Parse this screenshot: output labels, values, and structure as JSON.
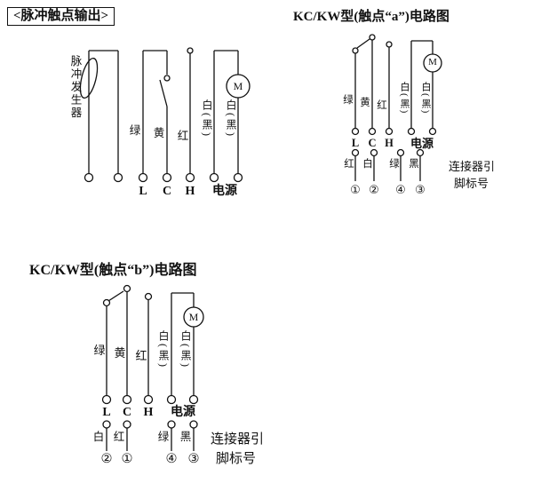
{
  "colors": {
    "ink": "#111111",
    "background": "#ffffff"
  },
  "pulse": {
    "title": "<脉冲触点输出>",
    "generator_label": "脉冲发生器",
    "motor_label": "M",
    "wire_labels": {
      "green": "绿",
      "yellow": "黄",
      "red": "红",
      "white_black_1": "白(黑)",
      "white_black_2": "白(黑)"
    },
    "terminals": {
      "l": "L",
      "c": "C",
      "h": "H",
      "power": "电源"
    }
  },
  "contact_a": {
    "title": "KC/KW型(触点“a”)电路图",
    "motor_label": "M",
    "wire_labels": {
      "green": "绿",
      "yellow": "黄",
      "red": "红",
      "white_black_1": "白(黑)",
      "white_black_2": "白(黑)"
    },
    "terminals": {
      "l": "L",
      "c": "C",
      "h": "H",
      "power": "电源"
    },
    "pins": [
      {
        "label": "红",
        "number": "①"
      },
      {
        "label": "白",
        "number": "②"
      },
      {
        "label": "绿",
        "number": "④"
      },
      {
        "label": "黑",
        "number": "③"
      }
    ],
    "connector_note_line1": "连接器引",
    "connector_note_line2": "脚标号"
  },
  "contact_b": {
    "title": "KC/KW型(触点“b”)电路图",
    "motor_label": "M",
    "wire_labels": {
      "green": "绿",
      "yellow": "黄",
      "red": "红",
      "white_black_1": "白(黑)",
      "white_black_2": "白(黑)"
    },
    "terminals": {
      "l": "L",
      "c": "C",
      "h": "H",
      "power": "电源"
    },
    "pins": [
      {
        "label": "白",
        "number": "②"
      },
      {
        "label": "红",
        "number": "①"
      },
      {
        "label": "绿",
        "number": "④"
      },
      {
        "label": "黑",
        "number": "③"
      }
    ],
    "connector_note_line1": "连接器引",
    "connector_note_line2": "脚标号"
  }
}
